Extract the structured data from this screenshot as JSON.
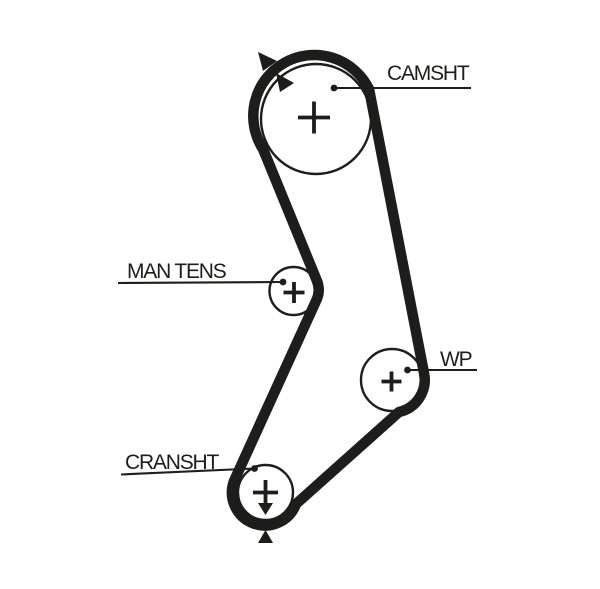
{
  "diagram": {
    "kind": "timing-belt-routing-diagram",
    "background_color": "#ffffff",
    "ink_color": "#1d1d1b",
    "labels": {
      "camshaft": "CAMSHT",
      "manual_tensioner": "MAN TENS",
      "water_pump": "WP",
      "crankshaft": "CRANSHT"
    },
    "pulleys": [
      {
        "name": "camshaft",
        "label": "CAMSHT",
        "center_mark": "plus-icon"
      },
      {
        "name": "manual-tensioner",
        "label": "MAN TENS",
        "center_mark": "plus-icon"
      },
      {
        "name": "water-pump",
        "label": "WP",
        "center_mark": "plus-icon"
      },
      {
        "name": "crankshaft",
        "label": "CRANSHT",
        "center_mark": "plus-icon"
      }
    ],
    "icons": {
      "rotation_marks": "triangle-arrow-icon",
      "timing_marks": "triangle-timing-mark-icon",
      "leader_endpoint": "dot"
    }
  }
}
